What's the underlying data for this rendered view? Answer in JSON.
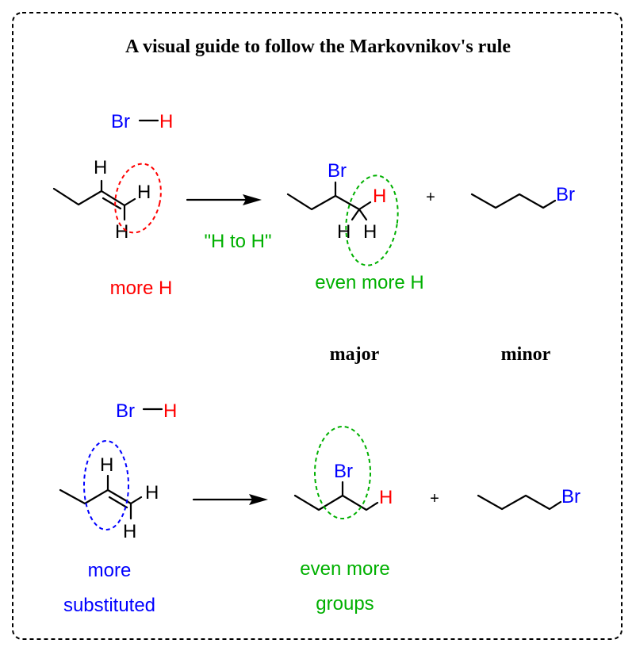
{
  "title": "A visual guide to follow the Markovnikov's rule",
  "colors": {
    "blue": "#0000ff",
    "red": "#ff0000",
    "green": "#00b000",
    "black": "#000000"
  },
  "atoms": {
    "Br": "Br",
    "H": "H"
  },
  "top": {
    "reagent": {
      "left": "Br",
      "right": "H"
    },
    "arrow_label": "\"H to H\"",
    "reactant_note": "more H",
    "product_note": "even more H",
    "plus": "+",
    "major_label": "major",
    "minor_label": "minor"
  },
  "bottom": {
    "reagent": {
      "left": "Br",
      "right": "H"
    },
    "reactant_note_line1": "more",
    "reactant_note_line2": "substituted",
    "product_note_line1": "even more",
    "product_note_line2": "groups",
    "plus": "+"
  }
}
